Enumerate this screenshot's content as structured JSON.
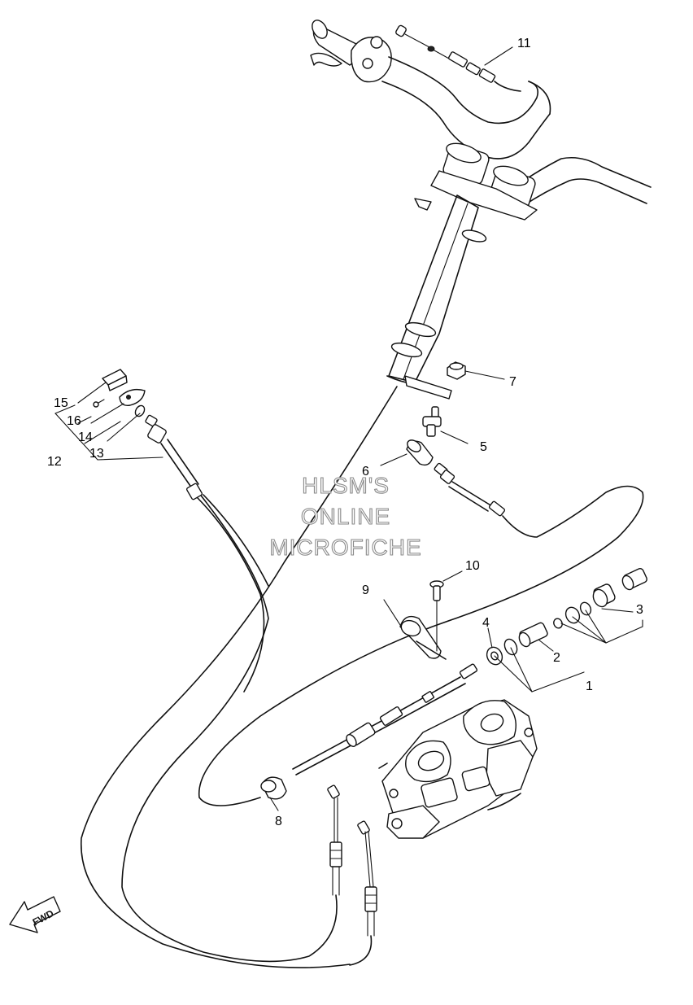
{
  "callouts": {
    "c1": "1",
    "c2": "2",
    "c3": "3",
    "c4": "4",
    "c5": "5",
    "c6": "6",
    "c7": "7",
    "c8": "8",
    "c9": "9",
    "c10": "10",
    "c11": "11",
    "c12": "12",
    "c13": "13",
    "c14": "14",
    "c15": "15",
    "c16": "16"
  },
  "watermark": {
    "line1": "HLSM'S",
    "line2": "ONLINE",
    "line3": "MICROFICHE"
  },
  "direction_arrow": {
    "label": "FWD"
  }
}
